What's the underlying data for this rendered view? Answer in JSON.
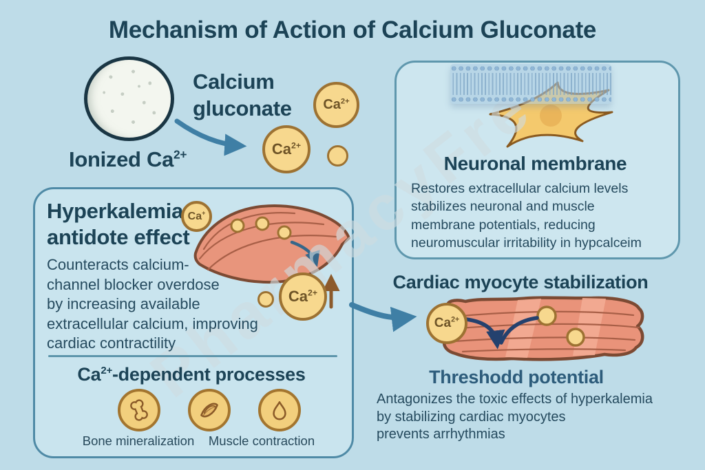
{
  "title": "Mechanism of Action of Calcium Gluconate",
  "watermark": "PharmacyFre",
  "colors": {
    "background": "#bedce8",
    "box_fill": "#c9e4ee",
    "box_border": "#4f8aa6",
    "heading_text": "#1c4356",
    "body_text": "#254a5e",
    "ion_fill": "#f7d88e",
    "ion_border": "#9d7232",
    "ion_text": "#6e5427",
    "muscle_fill": "#e8957c",
    "muscle_outline": "#7c4a33",
    "arrow_steel": "#3f7fa5",
    "arrow_navy": "#24416e",
    "arrow_brown": "#8c5a2b"
  },
  "intro": {
    "tablet_caption_lines": [
      "Calcium",
      "gluconate"
    ],
    "ionized_base": "Ionized Ca",
    "ionized_sup": "2+"
  },
  "ca_ion": {
    "base": "Ca",
    "sup": "2+"
  },
  "ca_plus": {
    "base": "Ca",
    "sup": "+"
  },
  "left_box": {
    "title_lines": [
      "Hyperkalemia",
      "antidote effect"
    ],
    "body_lines": [
      "Counteracts calcium-",
      "channel blocker overdose",
      "by increasing available",
      "extracellular calcium, improving",
      "cardiac contractility"
    ],
    "processes_title": {
      "base": "Ca",
      "sup": "2+",
      "rest": "-dependent processes"
    },
    "process_labels": [
      "Bone mineralization",
      "Muscle contraction"
    ]
  },
  "neuronal_box": {
    "title": "Neuronal membrane",
    "body_lines": [
      "Restores extracellular calcium levels",
      "stabilizes neuronal and muscle",
      "membrane potentials, reducing",
      "neuromuscular irritability in hypcalceim"
    ]
  },
  "cardiac": {
    "title": "Cardiac myocyte stabilization"
  },
  "threshold": {
    "title": "Threshodd potential",
    "body_lines": [
      "Antagonizes the toxic effects of hyperkalemia",
      "by stabilizing cardiac myocytes",
      "prevents arrhythmias"
    ]
  }
}
